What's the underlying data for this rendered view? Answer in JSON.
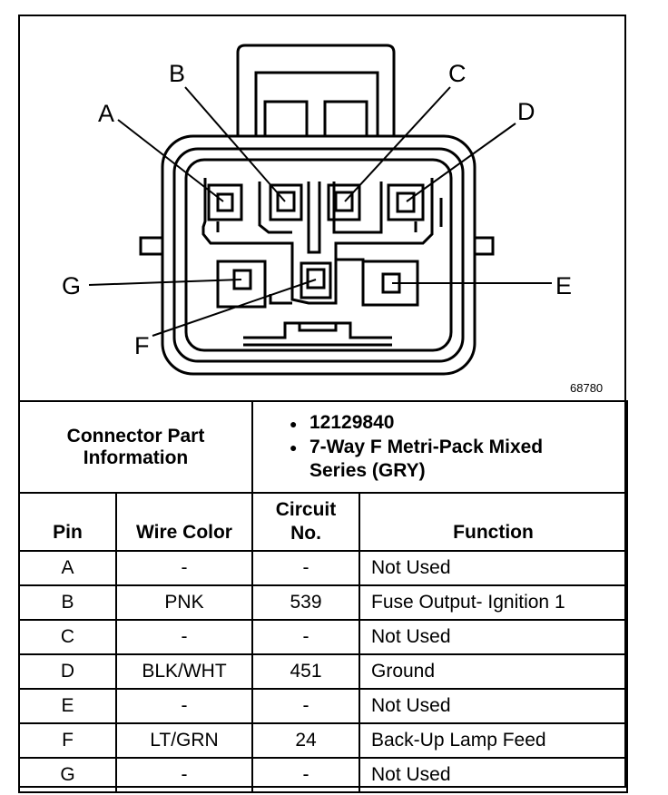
{
  "diagram": {
    "figure_number": "68780",
    "pin_labels": {
      "A": "A",
      "B": "B",
      "C": "C",
      "D": "D",
      "E": "E",
      "F": "F",
      "G": "G"
    }
  },
  "connector_info": {
    "label": "Connector Part Information",
    "part_number": "12129840",
    "description": "7-Way F Metri-Pack Mixed Series (GRY)"
  },
  "columns": {
    "pin": "Pin",
    "wire_color": "Wire Color",
    "circuit": "Circuit No.",
    "function": "Function"
  },
  "rows": [
    {
      "pin": "A",
      "wire_color": "-",
      "circuit": "-",
      "function": "Not Used"
    },
    {
      "pin": "B",
      "wire_color": "PNK",
      "circuit": "539",
      "function": "Fuse Output- Ignition 1"
    },
    {
      "pin": "C",
      "wire_color": "-",
      "circuit": "-",
      "function": "Not Used"
    },
    {
      "pin": "D",
      "wire_color": "BLK/WHT",
      "circuit": "451",
      "function": "Ground"
    },
    {
      "pin": "E",
      "wire_color": "-",
      "circuit": "-",
      "function": "Not Used"
    },
    {
      "pin": "F",
      "wire_color": "LT/GRN",
      "circuit": "24",
      "function": "Back-Up Lamp Feed"
    },
    {
      "pin": "G",
      "wire_color": "-",
      "circuit": "-",
      "function": "Not Used"
    }
  ]
}
